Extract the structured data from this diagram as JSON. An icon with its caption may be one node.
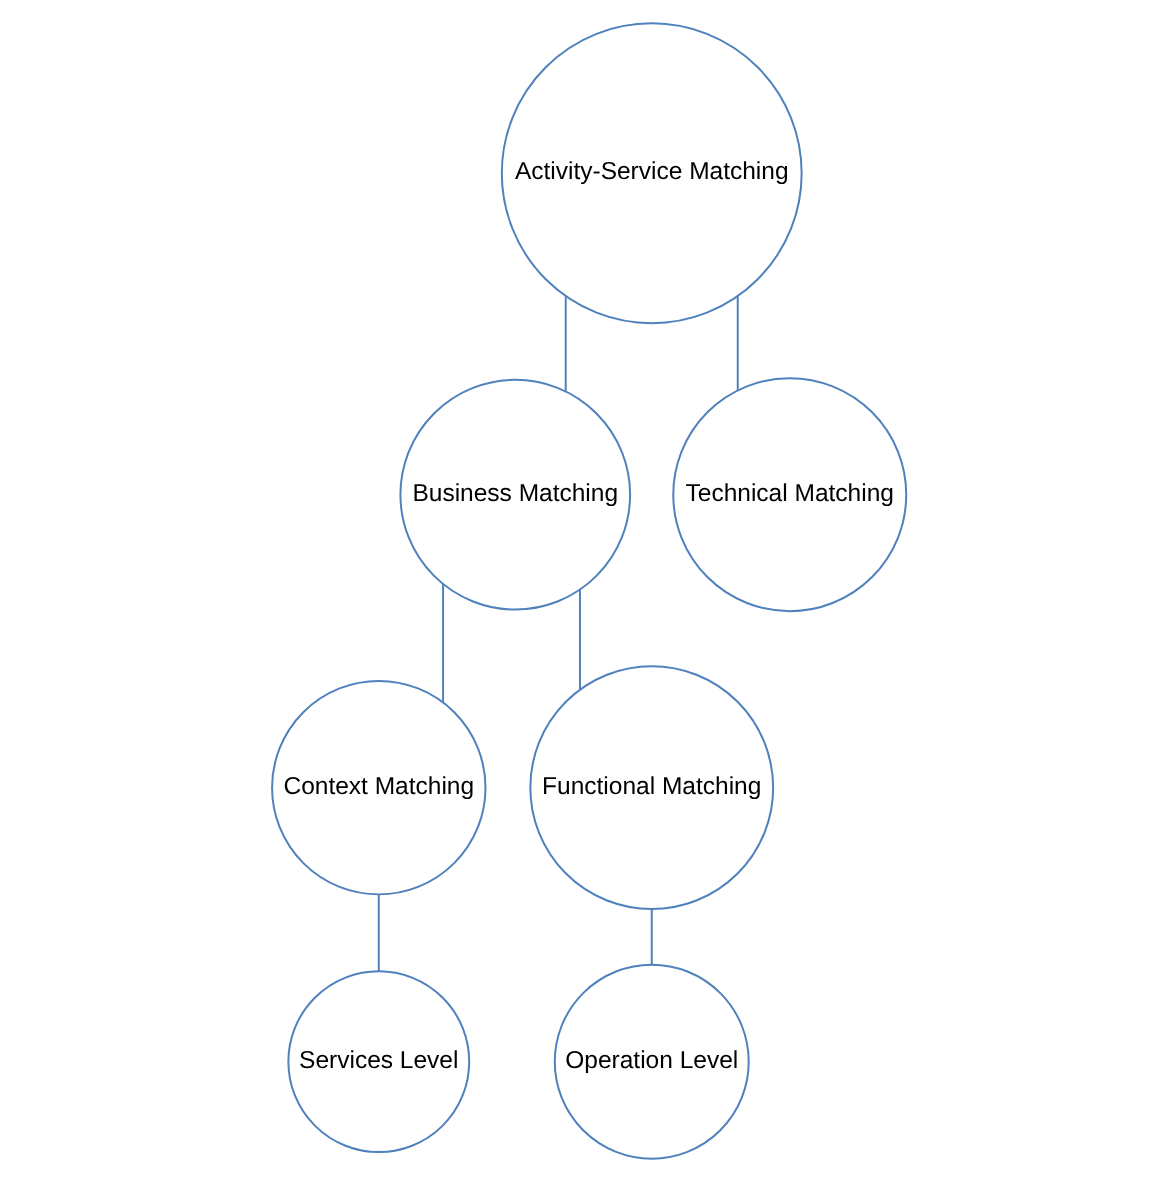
{
  "diagram": {
    "nodes": [
      {
        "text": [
          "Activity-Service Matching"
        ]
      },
      {
        "text": [
          "Business Matching"
        ]
      },
      {
        "text": [
          "Technical Matching"
        ]
      },
      {
        "text": [
          "Context Matching"
        ]
      },
      {
        "text": [
          "Functional Matching"
        ]
      },
      {
        "text": [
          "Services Level"
        ]
      },
      {
        "text": [
          "Operation Level"
        ]
      }
    ],
    "edges": [
      {
        "from": 0,
        "to": 1,
        "arrow": "none"
      },
      {
        "from": 0,
        "to": 2,
        "arrow": "none"
      },
      {
        "from": 1,
        "to": 3,
        "arrow": "none"
      },
      {
        "from": 1,
        "to": 4,
        "arrow": "none"
      },
      {
        "from": 3,
        "to": 5,
        "arrow": "none"
      },
      {
        "from": 4,
        "to": 6,
        "arrow": "none"
      }
    ]
  }
}
